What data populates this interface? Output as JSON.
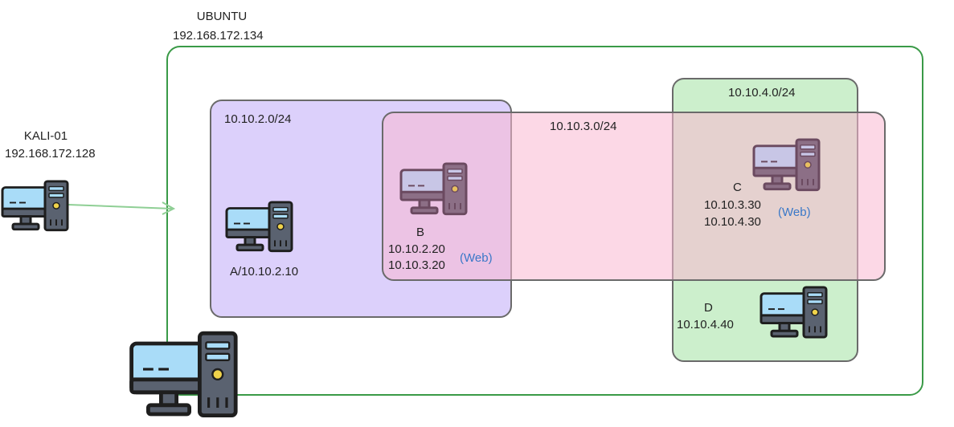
{
  "ubuntu": {
    "name": "UBUNTU",
    "ip": "192.168.172.134"
  },
  "kali": {
    "name": "KALI-01",
    "ip": "192.168.172.128"
  },
  "networks": {
    "net2": "10.10.2.0/24",
    "net3": "10.10.3.0/24",
    "net4": "10.10.4.0/24"
  },
  "hosts": {
    "a": {
      "label": "A/10.10.2.10"
    },
    "b": {
      "letter": "B",
      "ip1": "10.10.2.20",
      "ip2": "10.10.3.20",
      "role": "(Web)"
    },
    "c": {
      "letter": "C",
      "ip1": "10.10.3.30",
      "ip2": "10.10.4.30",
      "role": "(Web)"
    },
    "d": {
      "letter": "D",
      "ip1": "10.10.4.40"
    }
  },
  "colors": {
    "ubuntu_border": "#3a9a47",
    "net2_fill": "#dcd0fb",
    "net3_fill": "#f9cde0",
    "net4_fill": "#ccefcc",
    "arrow": "#8fcf95",
    "monitor_screen_light": "#a9dcf8",
    "monitor_screen_muted": "#c8c6e6",
    "outline_dark": "#1e1e1e",
    "outline_muted": "#6b4a60"
  },
  "icons": {
    "kali": "desktop-computer-icon",
    "a": "desktop-computer-icon",
    "b": "desktop-computer-icon",
    "c": "desktop-computer-icon",
    "d": "desktop-computer-icon",
    "ubuntu": "desktop-computer-icon"
  }
}
